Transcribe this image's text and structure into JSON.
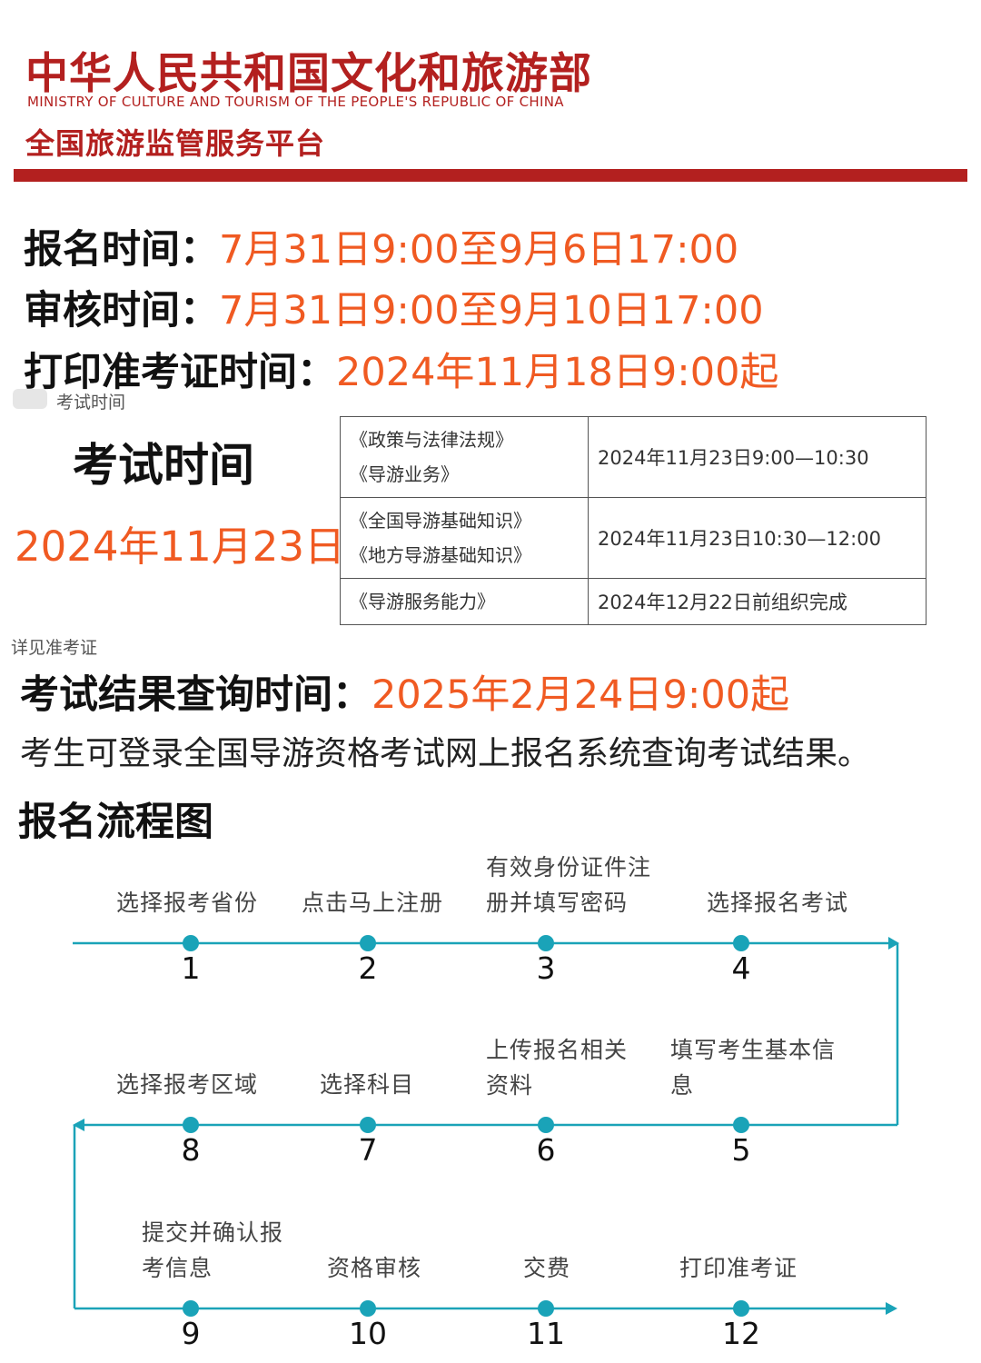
{
  "header": {
    "ministry_cn": "中华人民共和国文化和旅游部",
    "ministry_en": "MINISTRY OF CULTURE AND TOURISM OF THE PEOPLE'S REPUBLIC OF CHINA",
    "platform": "全国旅游监管服务平台"
  },
  "schedule": {
    "registration_label": "报名时间：",
    "registration_value": "7月31日9:00至9月6日17:00",
    "review_label": "审核时间：",
    "review_value": "7月31日9:00至9月10日17:00",
    "print_label": "打印准考证时间：",
    "print_value": "2024年11月18日9:00起"
  },
  "exam": {
    "small_note": "考试时间",
    "title": "考试时间",
    "date": "2024年11月23日",
    "see_ticket": "详见准考证",
    "table": [
      {
        "subjects": [
          "《政策与法律法规》",
          "《导游业务》"
        ],
        "time": "2024年11月23日9:00—10:30"
      },
      {
        "subjects": [
          "《全国导游基础知识》",
          "《地方导游基础知识》"
        ],
        "time": "2024年11月23日10:30—12:00"
      },
      {
        "subjects": [
          "《导游服务能力》"
        ],
        "time": "2024年12月22日前组织完成"
      }
    ]
  },
  "results": {
    "label": "考试结果查询时间：",
    "value": "2025年2月24日9:00起",
    "note": "考生可登录全国导游资格考试网上报名系统查询考试结果。"
  },
  "flow": {
    "title": "报名流程图",
    "steps": [
      {
        "num": "1",
        "label": "选择报考省份"
      },
      {
        "num": "2",
        "label": "点击马上注册"
      },
      {
        "num": "3",
        "label": "有效身份证件注\n册并填写密码"
      },
      {
        "num": "4",
        "label": "选择报名考试"
      },
      {
        "num": "5",
        "label": "填写考生基本信\n息"
      },
      {
        "num": "6",
        "label": "上传报名相关\n资料"
      },
      {
        "num": "7",
        "label": "选择科目"
      },
      {
        "num": "8",
        "label": "选择报考区域"
      },
      {
        "num": "9",
        "label": "提交并确认报\n考信息"
      },
      {
        "num": "10",
        "label": "资格审核"
      },
      {
        "num": "11",
        "label": "交费"
      },
      {
        "num": "12",
        "label": "打印准考证"
      }
    ]
  },
  "colors": {
    "brand_red": "#b3201f",
    "highlight_orange": "#f05a22",
    "flow_teal": "#1aa3b8"
  }
}
